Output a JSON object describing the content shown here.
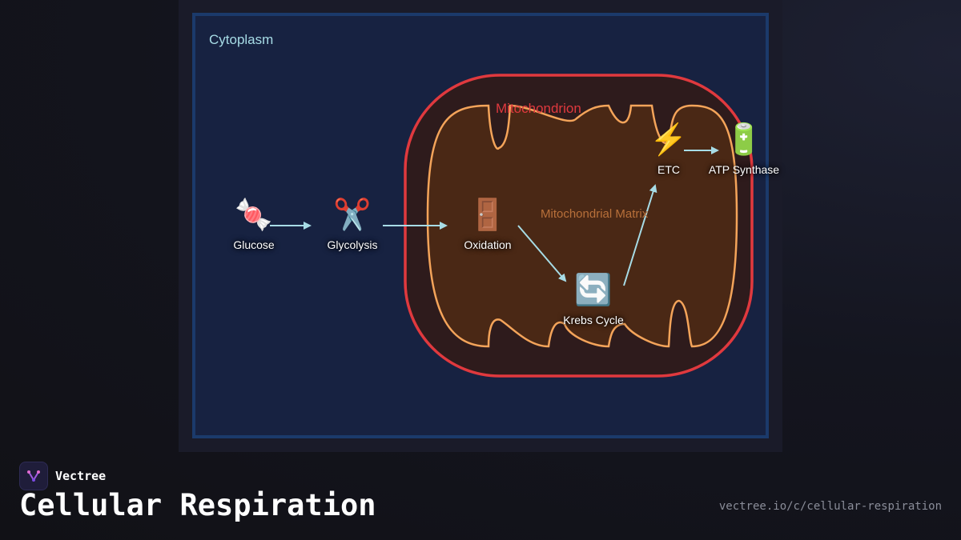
{
  "diagram": {
    "cytoplasm_label": "Cytoplasm",
    "mitochondrion_label": "Mitochondrion",
    "matrix_label": "Mitochondrial Matrix",
    "nodes": {
      "glucose": {
        "label": "Glucose",
        "icon": "🍬"
      },
      "glycolysis": {
        "label": "Glycolysis",
        "icon": "✂️"
      },
      "oxidation": {
        "label": "Oxidation",
        "icon": "🚪"
      },
      "krebs": {
        "label": "Krebs Cycle",
        "icon": "🔄"
      },
      "etc": {
        "label": "ETC",
        "icon": "⚡"
      },
      "atp": {
        "label": "ATP Synthase",
        "icon": "🔋"
      }
    },
    "colors": {
      "cytoplasm_border": "#1b3a6b",
      "cytoplasm_fill": "#172241",
      "mito_outer": "#e0393e",
      "mito_inner": "#f4a45a",
      "matrix_fill": "#4a2815",
      "arrow": "#a7dce6"
    }
  },
  "footer": {
    "brand": "Vectree",
    "title": "Cellular Respiration",
    "url": "vectree.io/c/cellular-respiration"
  }
}
